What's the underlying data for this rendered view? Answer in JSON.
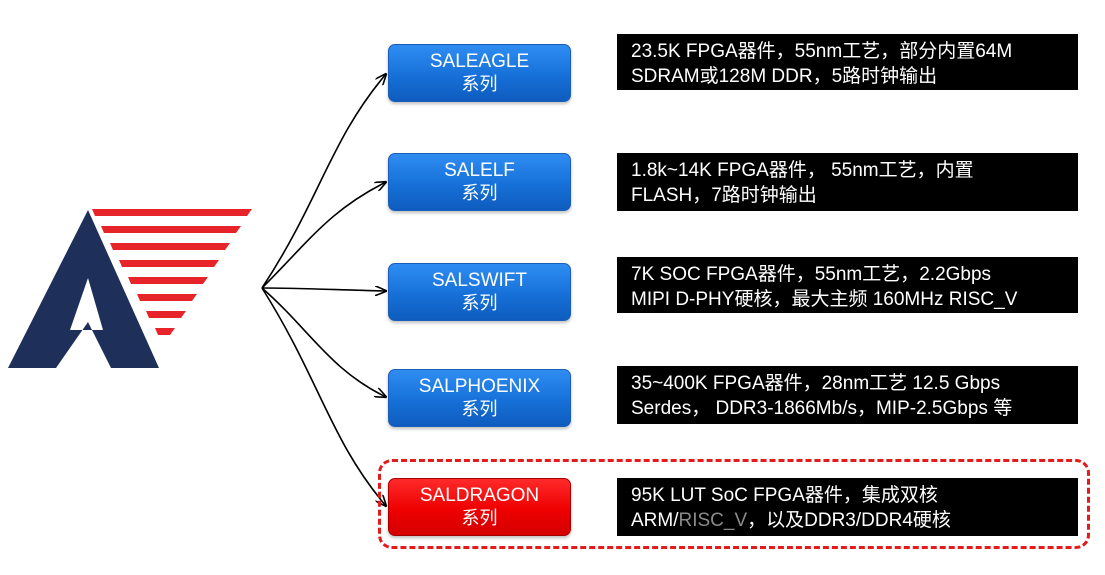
{
  "colors": {
    "logo_navy": "#1e2f5a",
    "logo_red": "#e8242b",
    "button_blue": "#1670d8",
    "button_red": "#ee0000",
    "desc_bg": "#000000",
    "highlight_frame": "#e41b1b"
  },
  "series": [
    {
      "name": "SALEAGLE",
      "sub": "系列",
      "desc_line1": "23.5K FPGA器件，55nm工艺，部分内置64M",
      "desc_line2": "SDRAM或128M DDR，5路时钟输出"
    },
    {
      "name": "SALELF",
      "sub": "系列",
      "desc_line1": "1.8k~14K FPGA器件， 55nm工艺，内置",
      "desc_line2": "FLASH，7路时钟输出"
    },
    {
      "name": "SALSWIFT",
      "sub": "系列",
      "desc_line1": "7K SOC FPGA器件，55nm工艺，2.2Gbps",
      "desc_line2": "MIPI D-PHY硬核，最大主频 160MHz RISC_V"
    },
    {
      "name": "SALPHOENIX",
      "sub": "系列",
      "desc_line1": "35~400K  FPGA器件，28nm工艺  12.5  Gbps",
      "desc_line2": "Serdes， DDR3-1866Mb/s，MIP-2.5Gbps 等"
    },
    {
      "name": "SALDRAGON",
      "sub": "系列",
      "desc_line1": "95K  LUT SoC FPGA器件，集成双核",
      "desc_line2_a": "ARM/",
      "desc_line2_b": "RISC_V",
      "desc_line2_c": "，以及DDR3/DDR4硬核",
      "highlighted": true
    }
  ]
}
